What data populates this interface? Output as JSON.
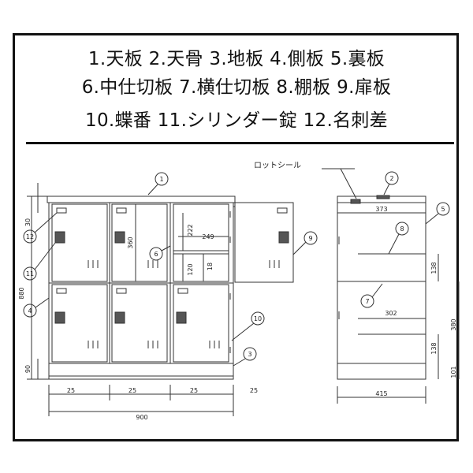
{
  "legend": {
    "line1": "1.天板 2.天骨 3.地板 4.側板 5.裏板",
    "line2": "6.中仕切板 7.横仕切板 8.棚板 9.扉板",
    "line3": "10.蝶番 11.シリンダー錠 12.名刺差"
  },
  "callouts": {
    "c1": "1",
    "c2": "2",
    "c3": "3",
    "c4": "4",
    "c5": "5",
    "c6": "6",
    "c7": "7",
    "c8": "8",
    "c9": "9",
    "c10": "10",
    "c11": "11",
    "c12": "12"
  },
  "labels": {
    "lot_seal": "ロットシール"
  },
  "dimensions": {
    "d880": "880",
    "d30": "30",
    "d90": "90",
    "d360": "360",
    "d222": "222",
    "d249": "249",
    "d120": "120",
    "d18": "18",
    "d25a": "25",
    "d25b": "25",
    "d25c": "25",
    "d25d": "25",
    "d900": "900",
    "d373": "373",
    "d138a": "138",
    "d380": "380",
    "d302": "302",
    "d138b": "138",
    "d101": "101",
    "d415": "415"
  }
}
